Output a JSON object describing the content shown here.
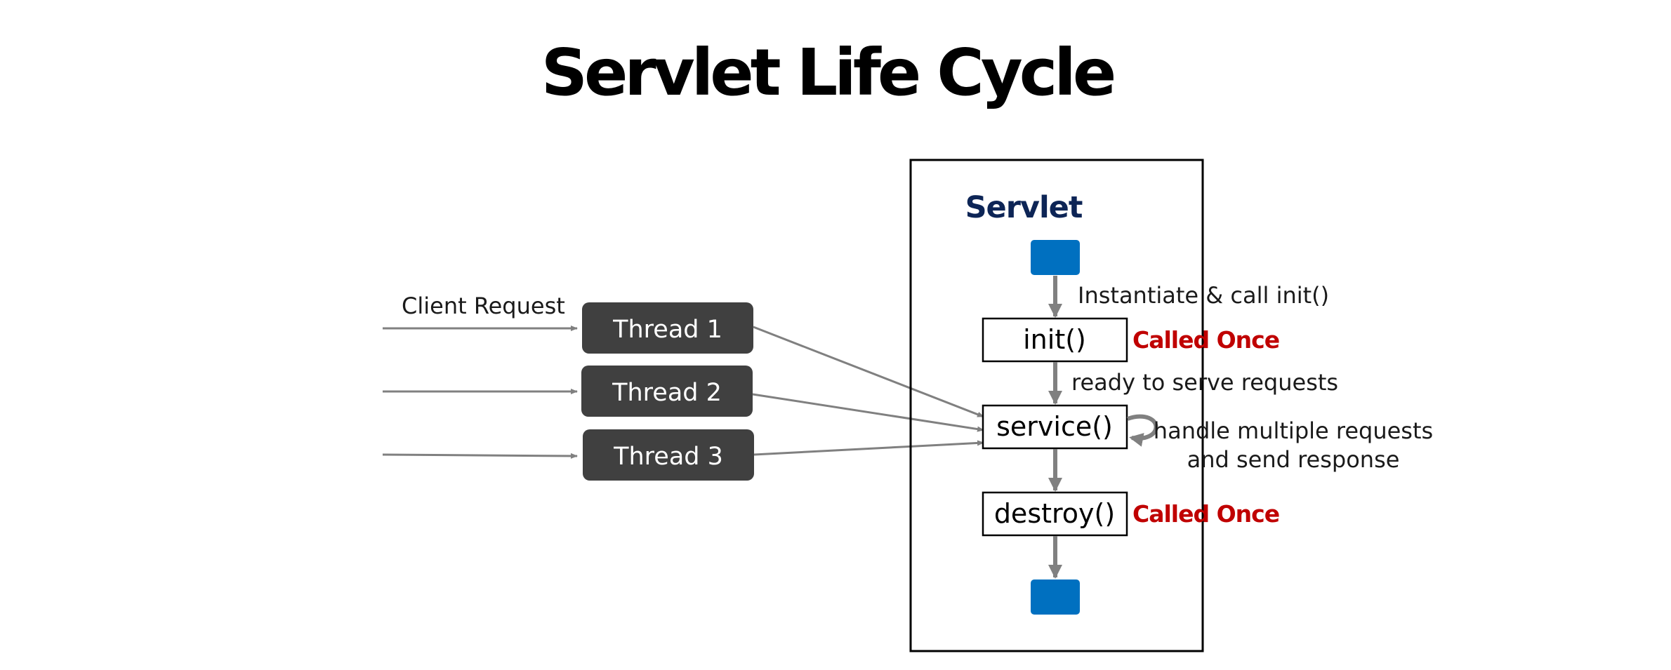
{
  "title": "Servlet Life Cycle",
  "client_request_label": "Client Request",
  "threads": [
    {
      "label": "Thread 1"
    },
    {
      "label": "Thread 2"
    },
    {
      "label": "Thread 3"
    }
  ],
  "servlet": {
    "title": "Servlet",
    "methods": {
      "init": "init()",
      "service": "service()",
      "destroy": "destroy()"
    },
    "transitions": {
      "instantiate": "Instantiate & call init()",
      "ready": "ready to serve requests",
      "handle_line1": "handle multiple requests",
      "handle_line2": "and send response"
    },
    "called_once_label": "Called Once"
  },
  "colors": {
    "thread_box": "#404040",
    "state_node": "#0070c0",
    "servlet_title": "#0d2556",
    "called_once": "#c00000",
    "arrow": "#808080"
  }
}
